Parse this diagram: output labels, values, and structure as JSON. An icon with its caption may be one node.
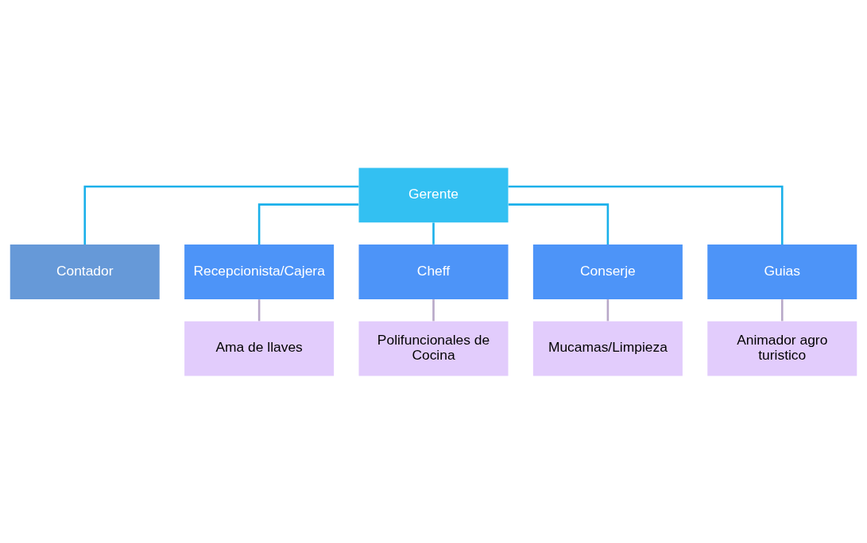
{
  "diagram": {
    "nodes": [
      {
        "text": [
          "Gerente"
        ]
      },
      {
        "text": [
          "Contador"
        ]
      },
      {
        "text": [
          "Recepcionista/Cajera"
        ]
      },
      {
        "text": [
          "Cheff"
        ]
      },
      {
        "text": [
          "Conserje"
        ]
      },
      {
        "text": [
          "Guias"
        ]
      },
      {
        "text": [
          "Ama de llaves"
        ]
      },
      {
        "text": [
          "Polifuncionales de Cocina"
        ]
      },
      {
        "text": [
          "Mucamas/Limpieza"
        ]
      },
      {
        "text": [
          "Animador agro turistico"
        ]
      }
    ],
    "edges": [
      {
        "from": 0,
        "to": 1,
        "arrow": "none"
      },
      {
        "from": 0,
        "to": 2,
        "arrow": "none"
      },
      {
        "from": 0,
        "to": 3,
        "arrow": "none"
      },
      {
        "from": 0,
        "to": 4,
        "arrow": "none"
      },
      {
        "from": 0,
        "to": 5,
        "arrow": "none"
      },
      {
        "from": 2,
        "to": 6,
        "arrow": "none",
        "color": "#b8a8c8"
      },
      {
        "from": 3,
        "to": 7,
        "arrow": "none",
        "color": "#b8a8c8"
      },
      {
        "from": 4,
        "to": 8,
        "arrow": "none",
        "color": "#b8a8c8"
      },
      {
        "from": 5,
        "to": 9,
        "arrow": "none",
        "color": "#b8a8c8"
      }
    ]
  }
}
